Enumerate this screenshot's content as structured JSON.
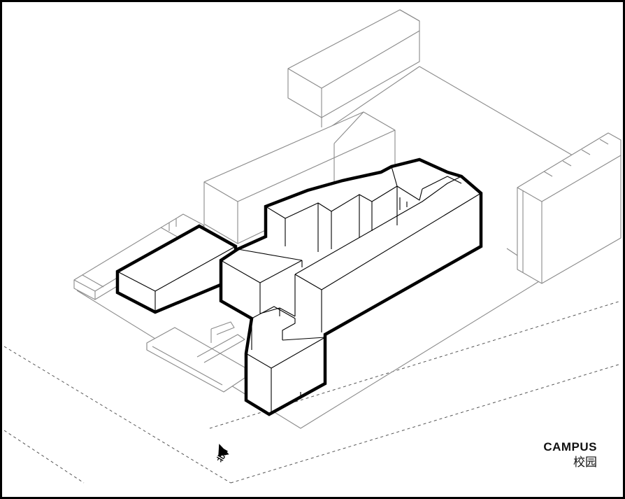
{
  "caption": {
    "title_en": "CAMPUS",
    "title_zh": "校园"
  },
  "north_arrow": {
    "label": "北N"
  },
  "colors": {
    "frame": "#000000",
    "context_lines": "#8a8a8a",
    "highlight_outline": "#000000",
    "background": "#ffffff"
  }
}
